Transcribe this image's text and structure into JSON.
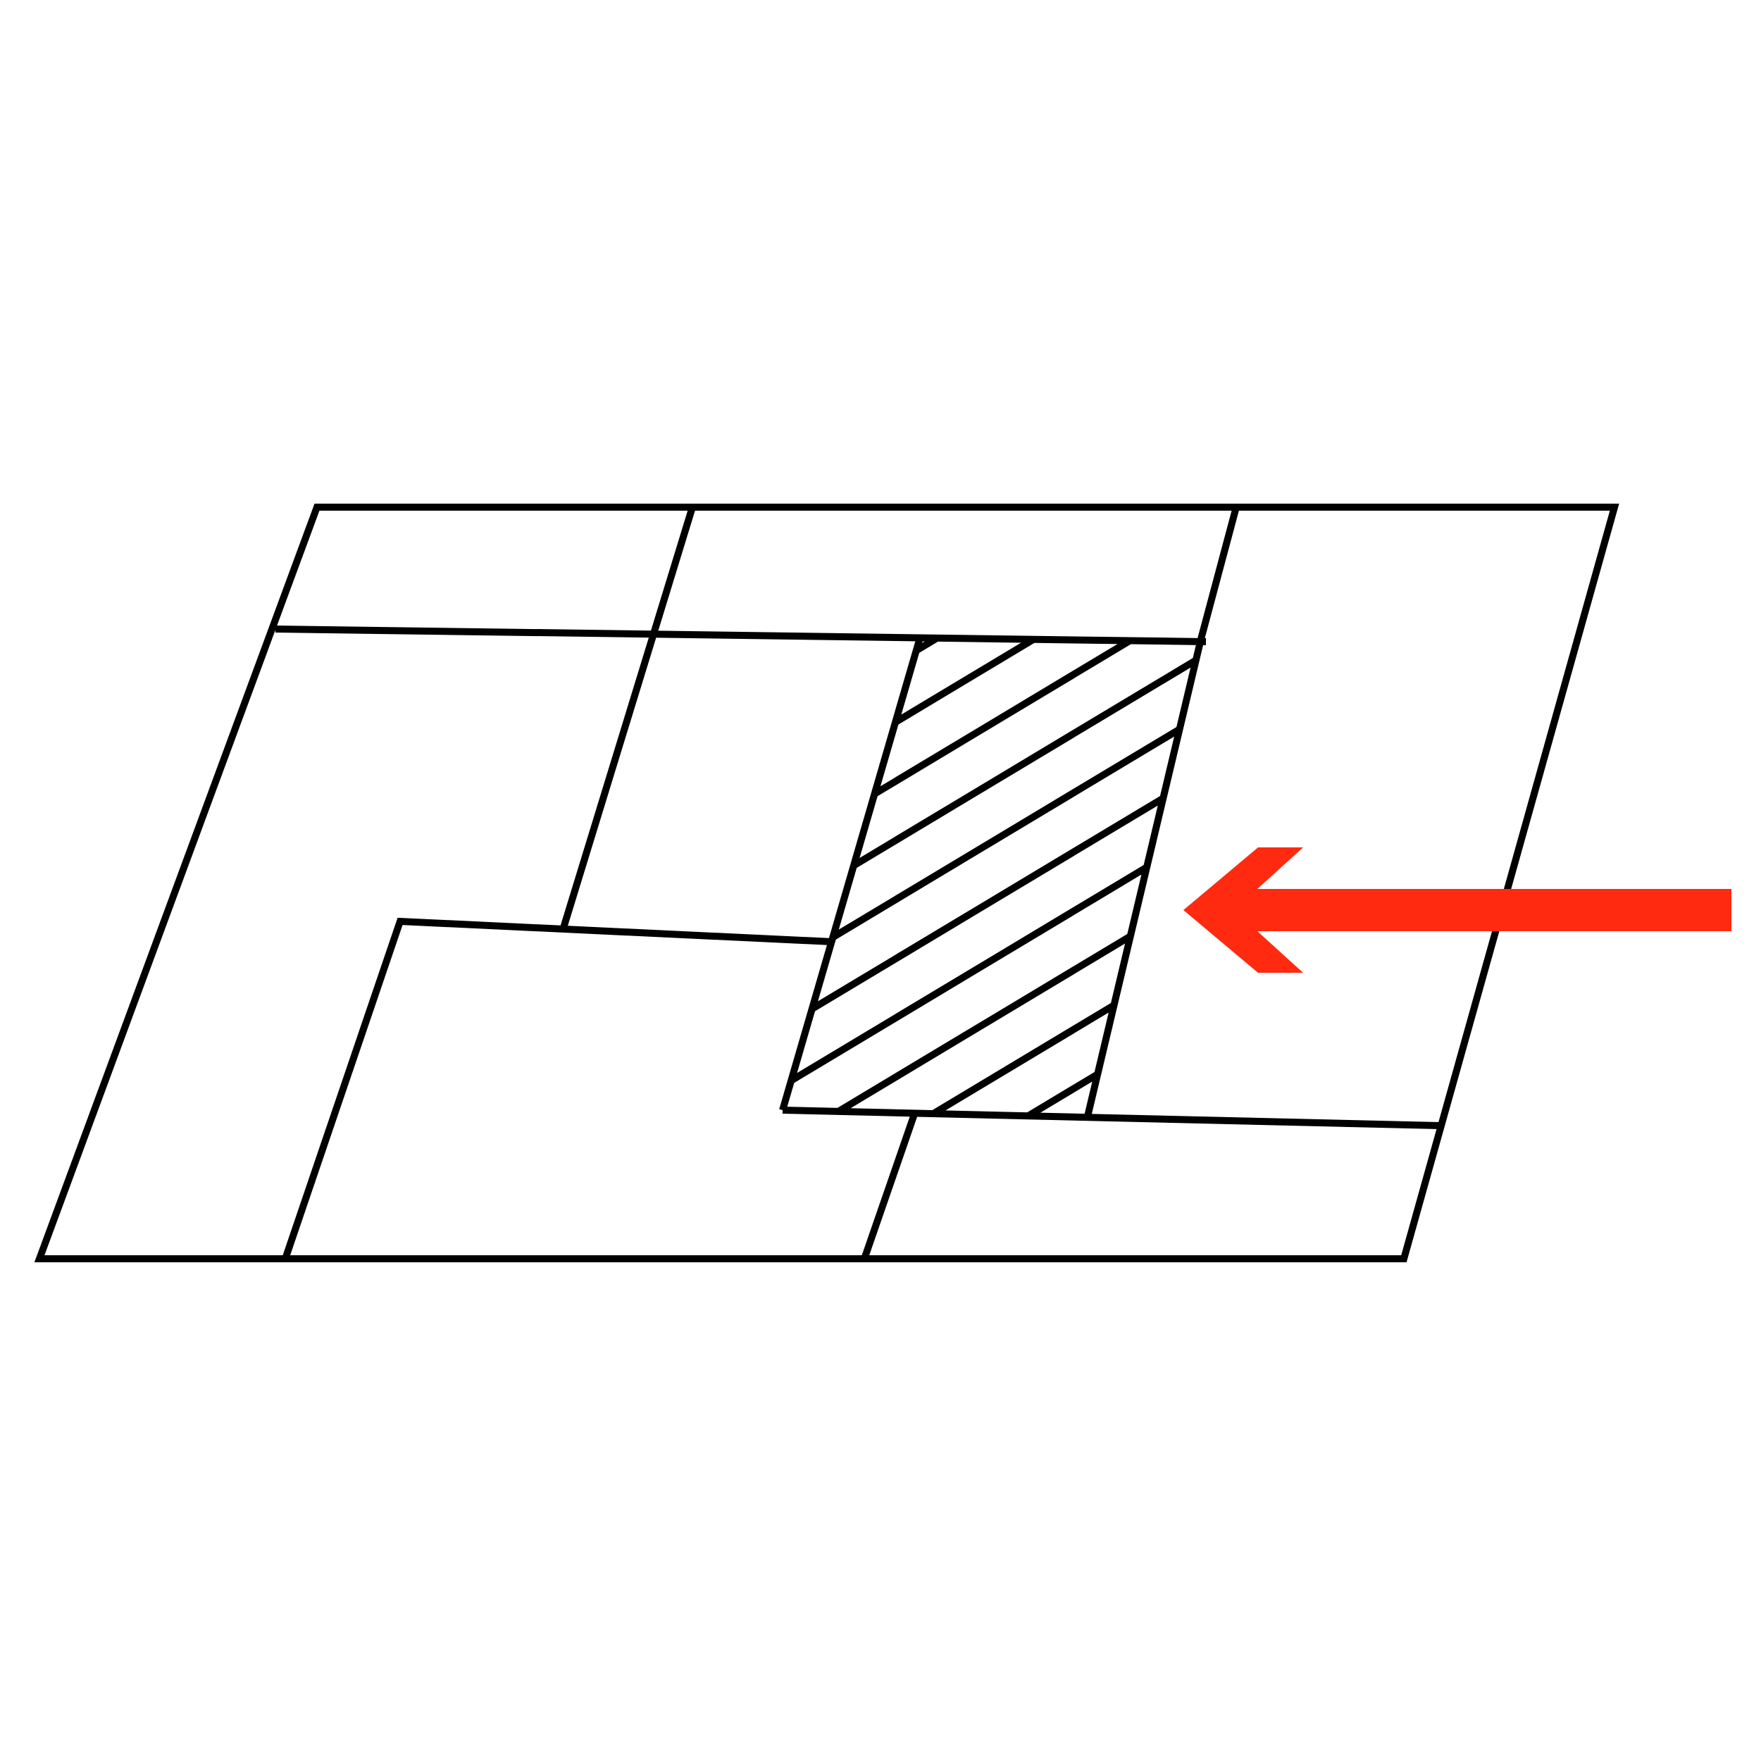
{
  "diagram": {
    "description_free": true,
    "regions": [
      {
        "id": "top-left",
        "hatched": false
      },
      {
        "id": "top-middle",
        "hatched": false
      },
      {
        "id": "top-right",
        "hatched": false
      },
      {
        "id": "middle-left",
        "hatched": false
      },
      {
        "id": "middle-center",
        "hatched": false
      },
      {
        "id": "hatched-slot",
        "hatched": true
      },
      {
        "id": "bottom-left",
        "hatched": false
      },
      {
        "id": "bottom-right",
        "hatched": false
      }
    ],
    "arrow": {
      "direction": "left",
      "points_to": "hatched-slot"
    }
  },
  "colors": {
    "background": "#ffffff",
    "line": "#000000",
    "arrow": "#ff2a10"
  }
}
